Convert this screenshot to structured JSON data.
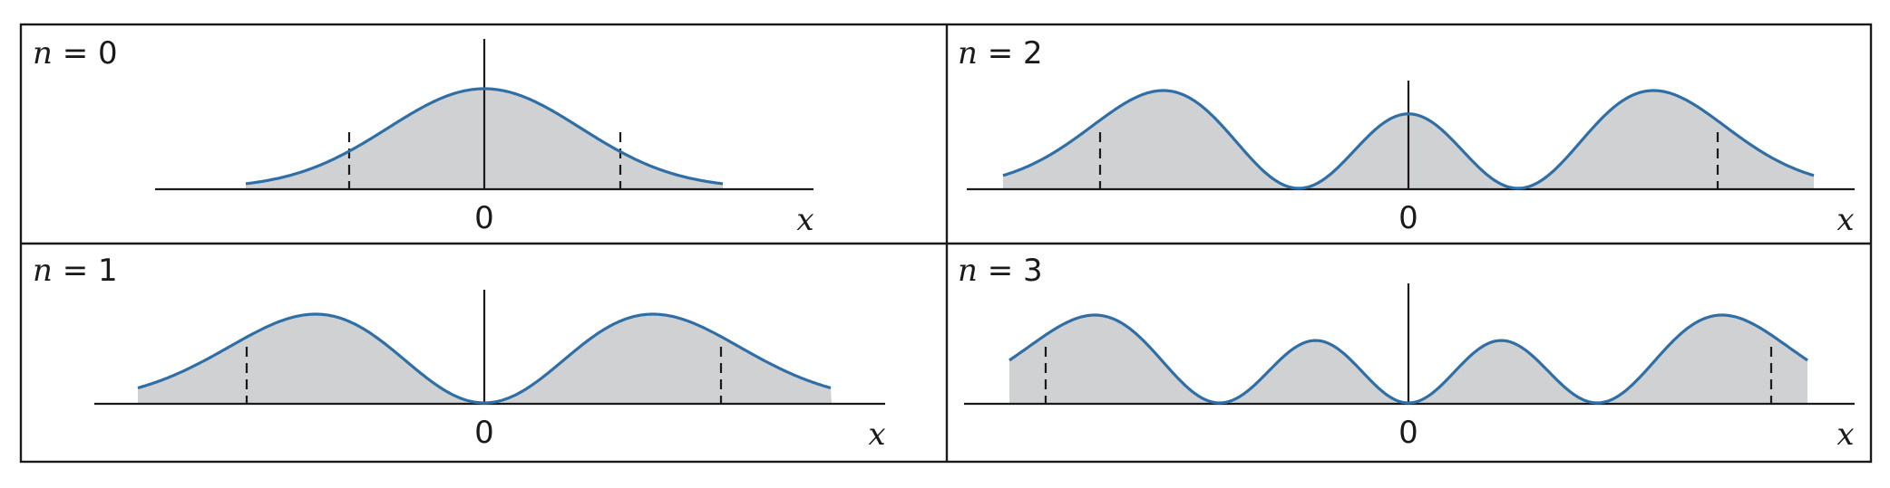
{
  "figure": {
    "curve_color": "#2f6fa6",
    "fill_color": "#d0d1d3",
    "panels": [
      {
        "id": "n0",
        "n_var": "n",
        "n_eq": " = ",
        "n_val": "0",
        "zero_label": "0",
        "axis_label": "x",
        "harmonic_n": 0
      },
      {
        "id": "n2",
        "n_var": "n",
        "n_eq": " = ",
        "n_val": "2",
        "zero_label": "0",
        "axis_label": "x",
        "harmonic_n": 2
      },
      {
        "id": "n1",
        "n_var": "n",
        "n_eq": " = ",
        "n_val": "1",
        "zero_label": "0",
        "axis_label": "x",
        "harmonic_n": 1
      },
      {
        "id": "n3",
        "n_var": "n",
        "n_eq": " = ",
        "n_val": "3",
        "zero_label": "0",
        "axis_label": "x",
        "harmonic_n": 3
      }
    ]
  }
}
